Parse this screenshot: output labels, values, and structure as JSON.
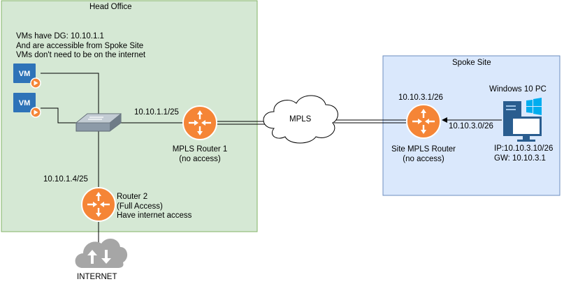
{
  "zones": {
    "head_office": {
      "title": "Head Office",
      "fill": "#d5e8d4",
      "stroke": "#82b366"
    },
    "spoke_site": {
      "title": "Spoke Site",
      "fill": "#dae8fc",
      "stroke": "#6c8ebf"
    }
  },
  "vm_note": {
    "line1": "VMs have DG: 10.10.1.1",
    "line2": "And are accessible from Spoke Site",
    "line3": "VMs don't need to be on the internet"
  },
  "vms": [
    {
      "icon": "vm-icon",
      "label": "VM"
    },
    {
      "icon": "vm-icon",
      "label": "VM"
    }
  ],
  "switch": {
    "icon": "network-switch-icon"
  },
  "mpls_router_1": {
    "icon": "router-icon",
    "ip": "10.10.1.1/25",
    "name": "MPLS Router 1",
    "note": "(no access)"
  },
  "router_2": {
    "icon": "router-icon",
    "ip": "10.10.1.4/25",
    "name": "Router 2",
    "note": "(Full Access)",
    "note2": "Have internet access"
  },
  "mpls_cloud": {
    "icon": "cloud-icon",
    "label": "MPLS"
  },
  "internet": {
    "icon": "internet-cloud-icon",
    "label": "INTERNET"
  },
  "site_router": {
    "icon": "router-icon",
    "ip": "10.10.3.1/26",
    "name": "Site MPLS Router",
    "note": "(no access)"
  },
  "spoke_link": {
    "label": "10.10.3.0/26"
  },
  "pc": {
    "icon": "windows-pc-icon",
    "title": "Windows 10 PC",
    "ip": "IP:10.10.3.10/26",
    "gw": "GW: 10.10.3.1"
  },
  "colors": {
    "router_orange": "#f58536",
    "vm_blue": "#2e73b8",
    "pc_blue": "#2a5d8f",
    "windows_blue": "#00adef",
    "cloud_grey": "#a6a6a6"
  }
}
